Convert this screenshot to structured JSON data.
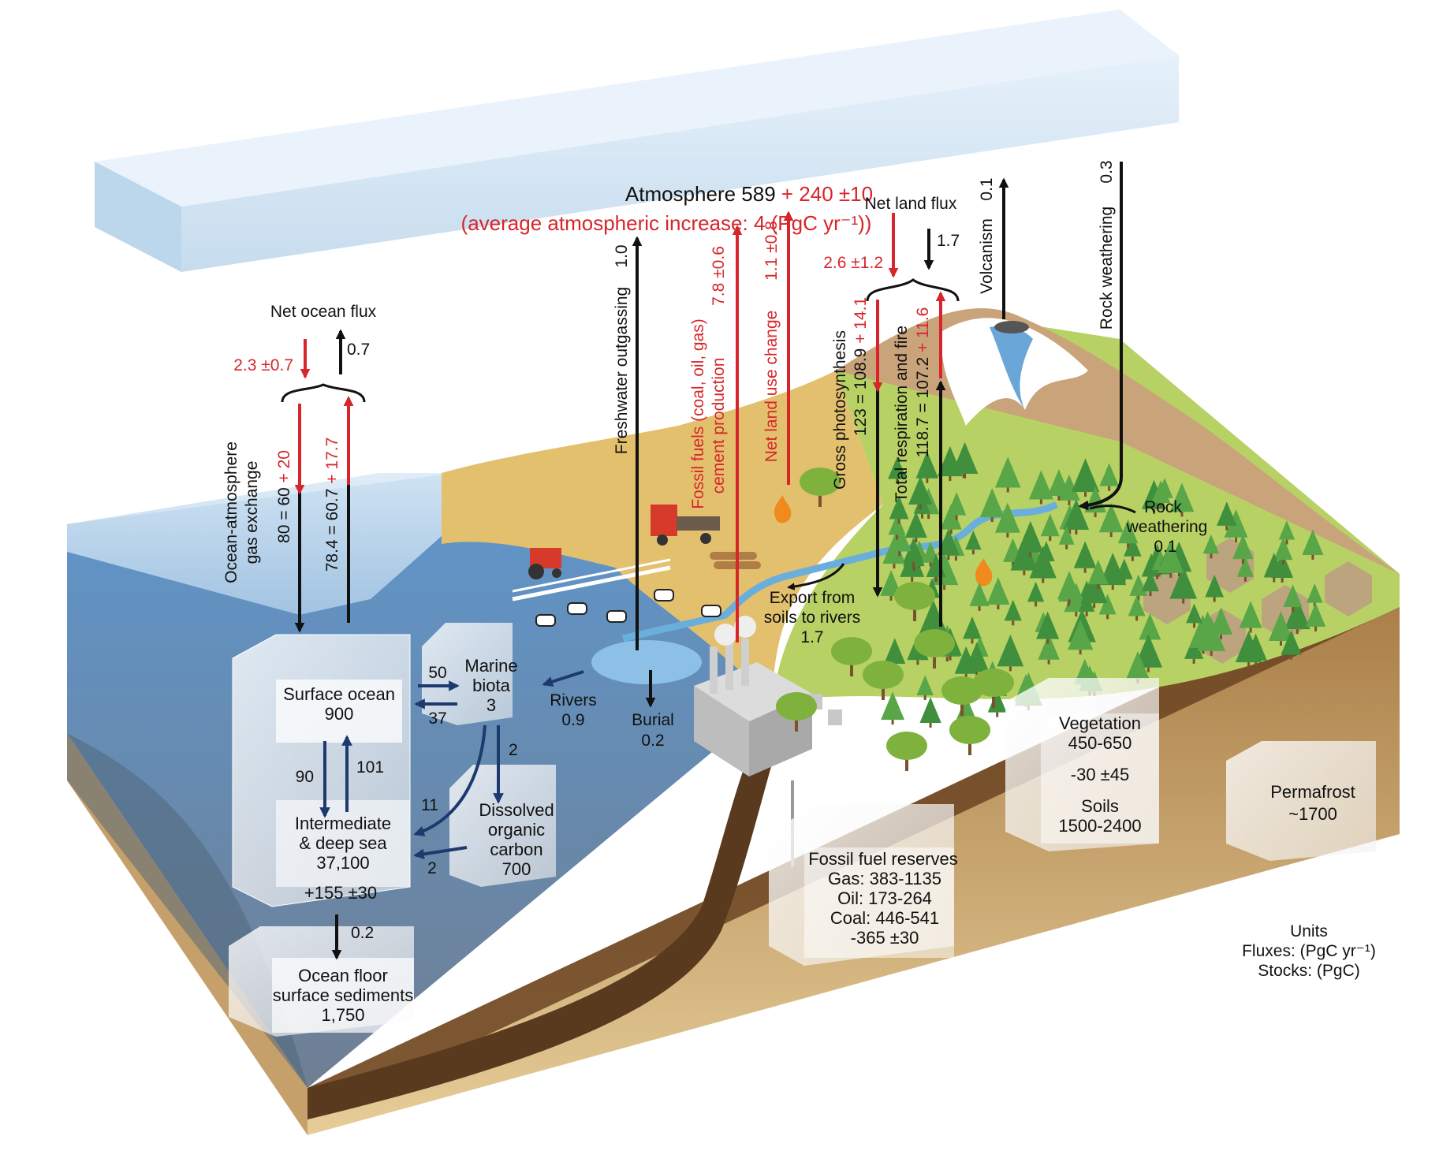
{
  "colors": {
    "black_arrow": "#111111",
    "red_arrow": "#d6262b",
    "ocean_arrow": "#1d3a6e",
    "ocean": "#8fb4d6",
    "land": "#c2d86a",
    "soil": "#d8bc86",
    "atmosphere": "#cfe3f1"
  },
  "atmosphere": {
    "line1": "Atmosphere 589",
    "line1_red": " + 240 ±10",
    "line2": "(average atmospheric increase: 4 (PgC yr⁻¹))"
  },
  "ocean_flux": {
    "title": "Net ocean flux",
    "down_value": "2.3 ±0.7",
    "up_value": "0.7",
    "exchange_line1": "Ocean-atmosphere",
    "exchange_line2": "gas exchange",
    "down_black": "80 = 60",
    "down_red": " + 20",
    "up_black": "78.4 = 60.7",
    "up_red": " + 17.7"
  },
  "land_flux": {
    "title": "Net land flux",
    "down_value": "2.6 ±1.2",
    "up_value": "1.7",
    "freshwater_label": "Freshwater outgassing",
    "freshwater_value": "1.0",
    "fossil_line1": "Fossil fuels (coal, oil, gas)",
    "fossil_line2": "cement production",
    "fossil_value": "7.8 ±0.6",
    "landuse_label": "Net land use change",
    "landuse_value": "1.1 ±0.8",
    "gpp_label": "Gross photosynthesis",
    "gpp_black": "123 = 108.9",
    "gpp_red": " + 14.1",
    "resp_label": "Total respiration and fire",
    "resp_black": "118.7 = 107.2",
    "resp_red": " + 11.6",
    "volcanism_label": "Volcanism",
    "volcanism_value": "0.1",
    "rock_label": "Rock weathering",
    "rock_value": "0.3",
    "rock_w_line1": "Rock",
    "rock_w_line2": "weathering",
    "rock_w_value": "0.1",
    "export_line1": "Export from",
    "export_line2": "soils to rivers",
    "export_value": "1.7",
    "rivers_label": "Rivers",
    "rivers_value": "0.9",
    "burial_label": "Burial",
    "burial_value": "0.2"
  },
  "ocean_boxes": {
    "surface_title": "Surface ocean",
    "surface_value": "900",
    "marine_line1": "Marine",
    "marine_line2": "biota",
    "marine_value": "3",
    "flux_to_biota": "50",
    "flux_from_biota": "37",
    "down_mix": "90",
    "up_mix": "101",
    "biota_to_doc": "2",
    "biota_to_deep": "11",
    "doc_to_deep": "2",
    "doc_line1": "Dissolved",
    "doc_line2": "organic",
    "doc_line3": "carbon",
    "doc_value": "700",
    "deep_line1": "Intermediate",
    "deep_line2": "& deep sea",
    "deep_value": "37,100",
    "deep_red": "+155 ±30",
    "sed_flux": "0.2",
    "sed_line1": "Ocean floor",
    "sed_line2": "surface sediments",
    "sed_value": "1,750"
  },
  "land_boxes": {
    "veg_title": "Vegetation",
    "veg_value": "450-650",
    "veg_red": "-30 ±45",
    "soils_title": "Soils",
    "soils_value": "1500-2400",
    "perma_title": "Permafrost",
    "perma_value": "~1700",
    "fossil_title": "Fossil fuel reserves",
    "gas": "Gas: 383-1135",
    "oil": "Oil: 173-264",
    "coal": "Coal: 446-541",
    "fossil_red": "-365 ±30"
  },
  "units": {
    "title": "Units",
    "fluxes": "Fluxes: (PgC yr⁻¹)",
    "stocks": "Stocks: (PgC)"
  }
}
